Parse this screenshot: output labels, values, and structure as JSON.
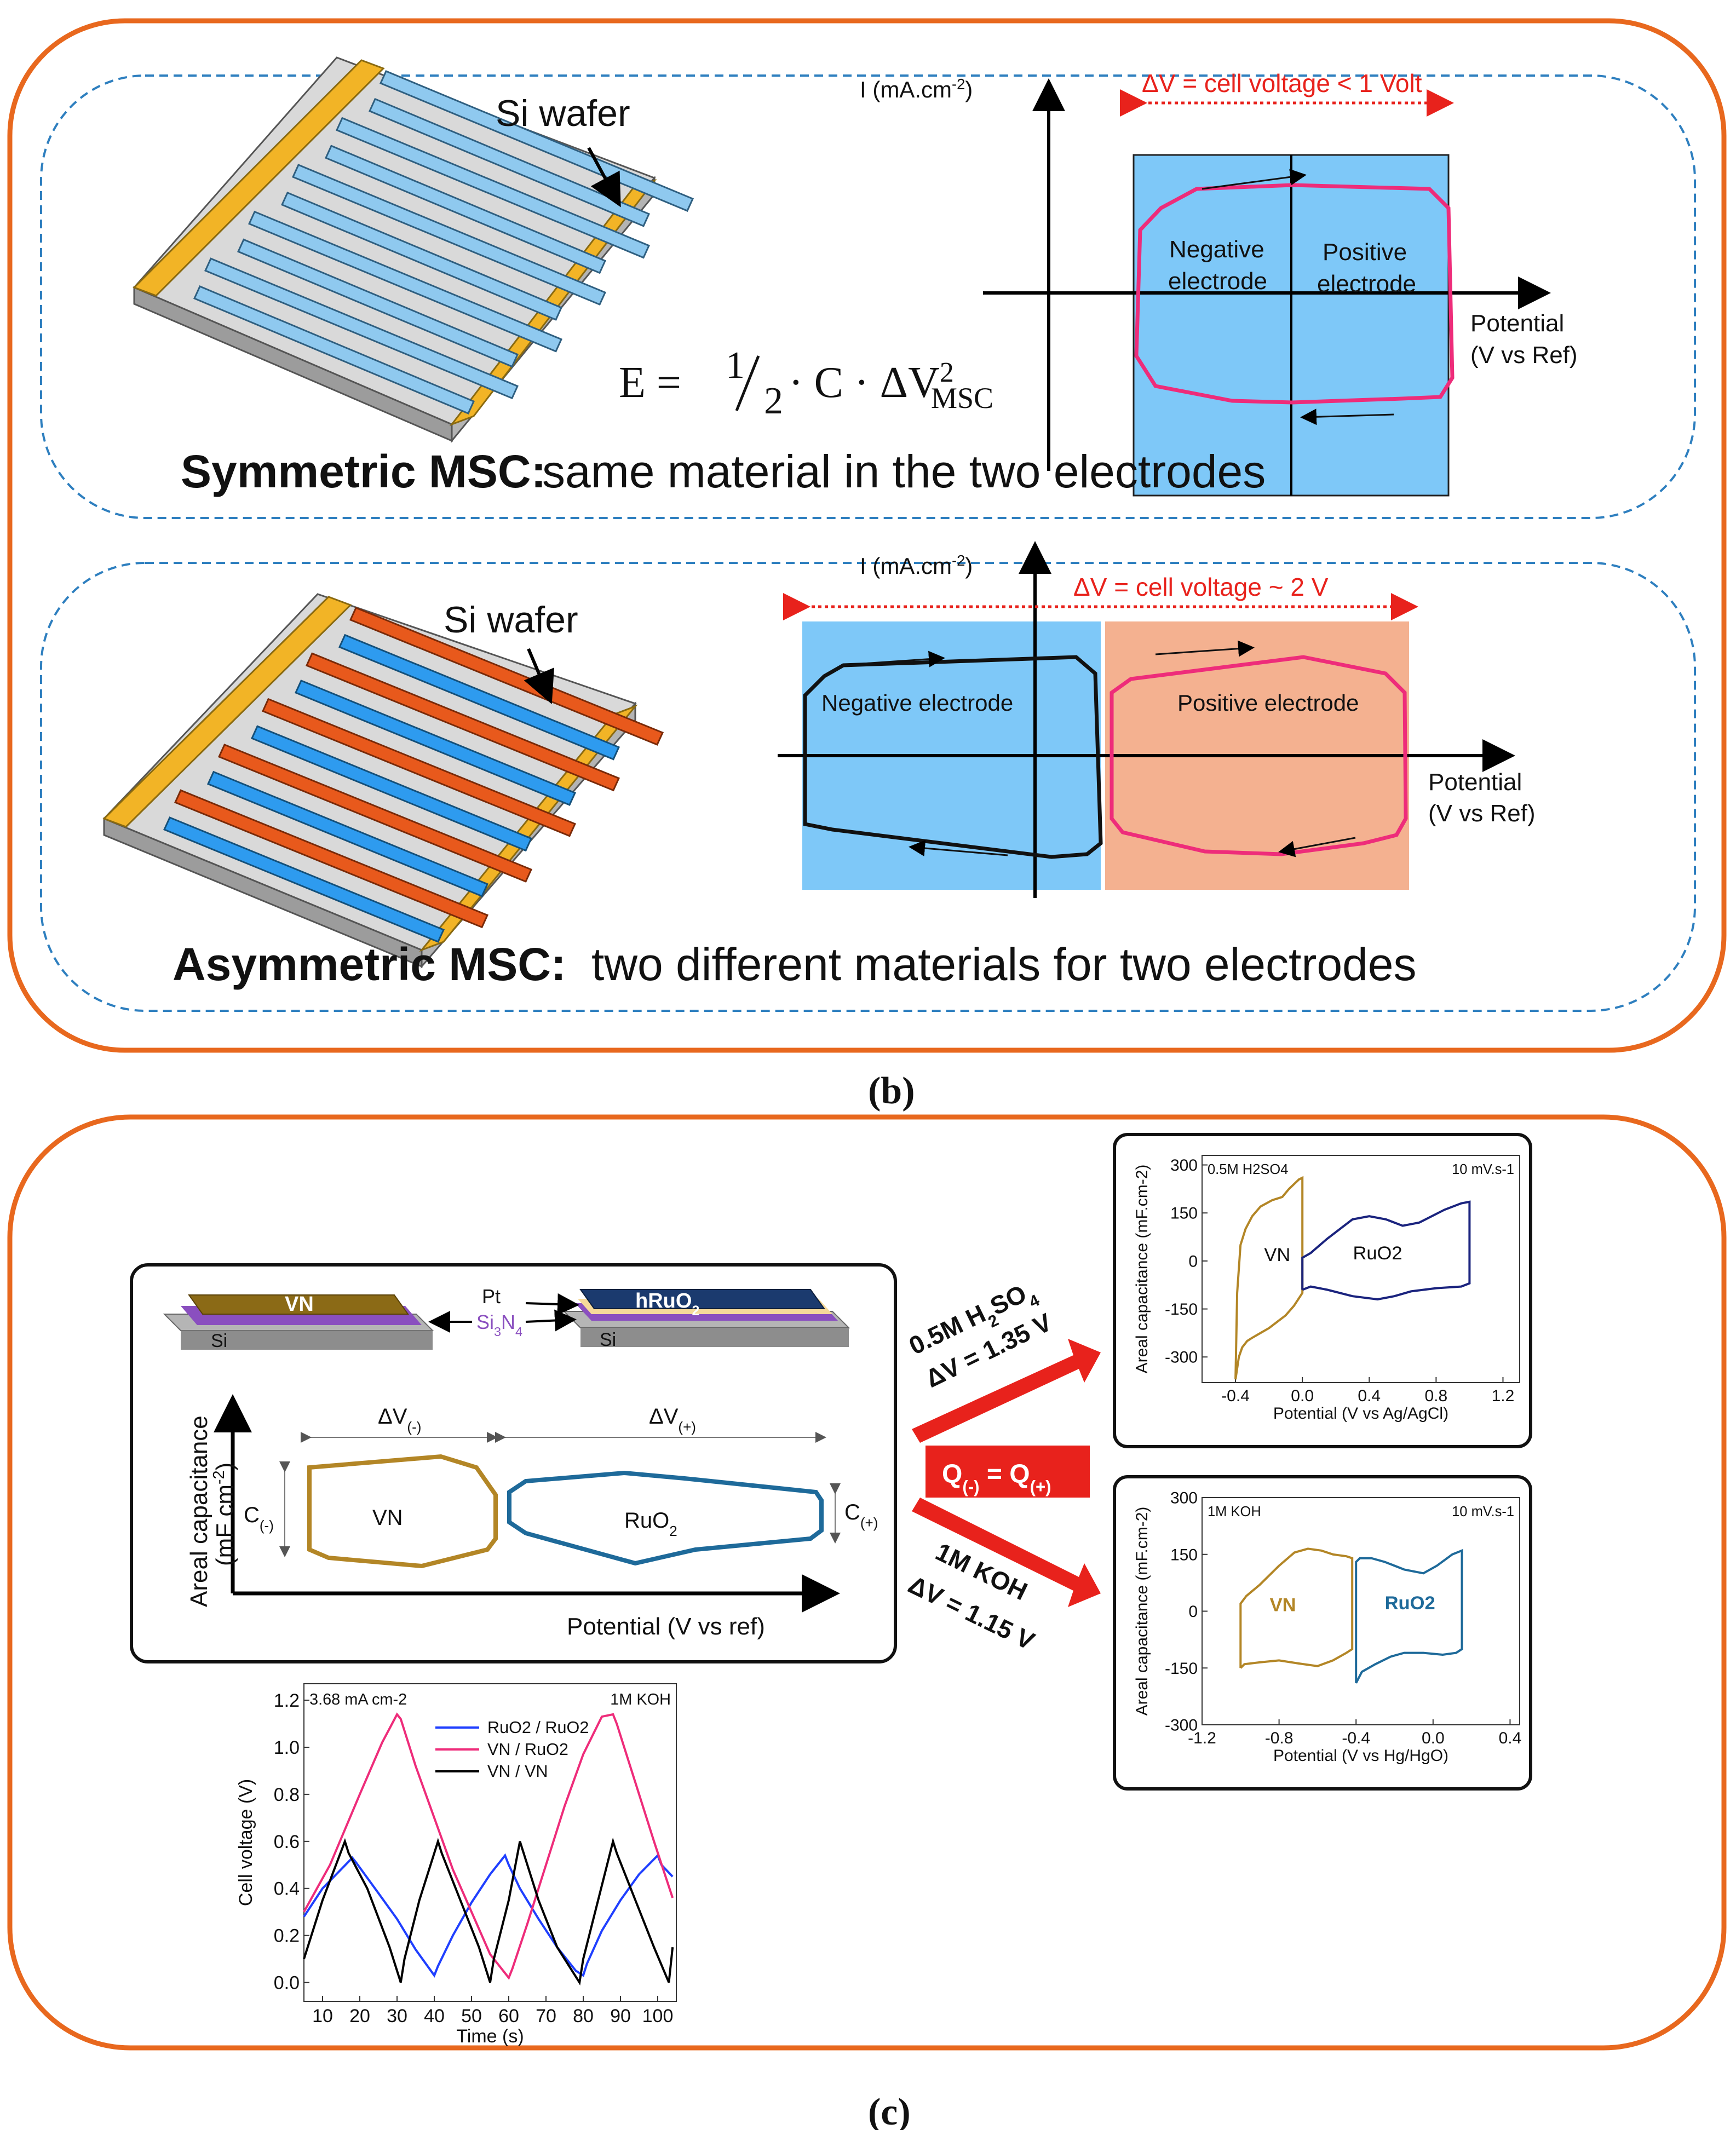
{
  "panel_b": {
    "caption": "(b)",
    "symmetric": {
      "wafer_label": "Si wafer",
      "axis_y": "I (mA.cm",
      "axis_y_sup": "-2",
      "axis_y_close": ")",
      "cell_voltage": "ΔV = cell voltage  < 1 Volt",
      "neg_line1": "Negative",
      "neg_line2": "electrode",
      "pos_line1": "Positive",
      "pos_line2": "electrode",
      "potential_line1": "Potential",
      "potential_line2": "(V vs Ref)",
      "eq_lhs": "E = ",
      "eq_num": "1",
      "eq_den": "2",
      "eq_mid": " · C · ΔV",
      "eq_sup": "2",
      "eq_sub": "MSC",
      "title_bold": "Symmetric MSC:",
      "title_rest": " same material in the two electrodes"
    },
    "asymmetric": {
      "wafer_label": "Si wafer",
      "axis_y": "I (mA.cm",
      "axis_y_sup": "-2",
      "axis_y_close": ")",
      "cell_voltage": "ΔV = cell voltage ~ 2 V",
      "neg_label": "Negative electrode",
      "pos_label": "Positive electrode",
      "potential_line1": "Potential",
      "potential_line2": "(V vs Ref)",
      "title_bold": "Asymmetric MSC:",
      "title_rest": " two different materials for two electrodes"
    }
  },
  "panel_c": {
    "caption": "(c)",
    "device": {
      "vn": "VN",
      "hruo2": "hRuO",
      "hruo2_sub": "2",
      "pt": "Pt",
      "si3n4": "Si",
      "si3n4_sub1": "3",
      "si3n4_mid": "N",
      "si3n4_sub2": "4",
      "si_left": "Si",
      "si_right": "Si",
      "ylabel_line1": "Areal capacitance",
      "ylabel_line2": "(mF cm",
      "ylabel_sup": "-2",
      "ylabel_close": ")",
      "xlabel": "Potential (V vs ref)",
      "dv_neg": "ΔV",
      "dv_neg_sub": "(-)",
      "dv_pos": "ΔV",
      "dv_pos_sub": "(+)",
      "c_neg": "C",
      "c_neg_sub": "(-)",
      "c_pos": "C",
      "c_pos_sub": "(+)",
      "vn_loop": "VN",
      "ruo2_loop": "RuO",
      "ruo2_loop_sub": "2"
    },
    "arrows": {
      "upper_line1": "0.5M H",
      "upper_line1_sub": "2",
      "upper_line1_tail": "SO",
      "upper_line1_sub2": "4",
      "upper_line2": "ΔV = 1.35 V",
      "q_label": "Q",
      "q_sub1": "(-)",
      "q_mid": " = Q",
      "q_sub2": "(+)",
      "lower_line1": "1M KOH",
      "lower_line2": "ΔV = 1.15 V"
    },
    "colors": {
      "orange_border": "#e8681e",
      "dashed_blue": "#2e7fbf",
      "blue_fill": "#7ec8f8",
      "salmon_fill": "#f4b190",
      "pink": "#ee2c7a",
      "red": "#e8221c",
      "gold": "#b38626",
      "navy": "#1a237e",
      "steel_blue": "#1e6a9a"
    }
  },
  "chart_data": [
    {
      "type": "line",
      "id": "cv_h2so4",
      "annotation_left": "0.5M H2SO4",
      "annotation_right": "10 mV.s-1",
      "xlabel": "Potential (V vs Ag/AgCl)",
      "ylabel": "Areal capacitance (mF.cm-2)",
      "xlim": [
        -0.6,
        1.3
      ],
      "ylim": [
        -380,
        330
      ],
      "xticks": [
        -0.4,
        0.0,
        0.4,
        0.8,
        1.2
      ],
      "xtick_labels": [
        "-0.4",
        "0.0",
        "0.4",
        "0.8",
        "1.2"
      ],
      "yticks": [
        -300,
        -150,
        0,
        150,
        300
      ],
      "ytick_labels": [
        "-300",
        "-150",
        "0",
        "150",
        "300"
      ],
      "series": [
        {
          "name": "VN",
          "color": "#b38626",
          "x": [
            -0.4,
            -0.38,
            -0.36,
            -0.33,
            -0.3,
            -0.25,
            -0.2,
            -0.15,
            -0.1,
            -0.05,
            0.0,
            0.0,
            -0.02,
            -0.05,
            -0.08,
            -0.12,
            -0.18,
            -0.25,
            -0.3,
            -0.34,
            -0.37,
            -0.39,
            -0.4
          ],
          "y": [
            -370,
            -300,
            -270,
            -250,
            -240,
            -225,
            -210,
            -190,
            -170,
            -140,
            -100,
            260,
            255,
            240,
            225,
            200,
            190,
            170,
            140,
            100,
            50,
            -100,
            -370
          ]
        },
        {
          "name": "RuO2",
          "color": "#1a237e",
          "x": [
            0.0,
            0.05,
            0.15,
            0.3,
            0.45,
            0.55,
            0.65,
            0.8,
            0.95,
            1.0,
            1.0,
            0.95,
            0.85,
            0.7,
            0.6,
            0.5,
            0.4,
            0.3,
            0.15,
            0.05,
            0.0,
            0.0
          ],
          "y": [
            -90,
            -80,
            -90,
            -110,
            -120,
            -110,
            -95,
            -85,
            -80,
            -70,
            185,
            180,
            160,
            120,
            110,
            130,
            140,
            130,
            70,
            25,
            10,
            -90
          ]
        }
      ],
      "labels": [
        {
          "text": "VN",
          "x": -0.15,
          "y": 0
        },
        {
          "text": "RuO2",
          "x": 0.45,
          "y": 5
        }
      ]
    },
    {
      "type": "line",
      "id": "cv_koh",
      "annotation_left": "1M KOH",
      "annotation_right": "10  mV.s-1",
      "xlabel": "Potential (V vs Hg/HgO)",
      "ylabel": "Areal capacitance (mF.cm-2)",
      "xlim": [
        -1.2,
        0.45
      ],
      "ylim": [
        -300,
        300
      ],
      "xticks": [
        -1.2,
        -0.8,
        -0.4,
        0.0,
        0.4
      ],
      "xtick_labels": [
        "-1.2",
        "-0.8",
        "-0.4",
        "0.0",
        "0.4"
      ],
      "yticks": [
        -300,
        -150,
        0,
        150,
        300
      ],
      "ytick_labels": [
        "-300",
        "-150",
        "0",
        "150",
        "300"
      ],
      "series": [
        {
          "name": "VN",
          "color": "#b38626",
          "x": [
            -1.0,
            -0.98,
            -0.9,
            -0.8,
            -0.7,
            -0.6,
            -0.52,
            -0.45,
            -0.42,
            -0.42,
            -0.45,
            -0.52,
            -0.58,
            -0.65,
            -0.72,
            -0.8,
            -0.9,
            -0.97,
            -1.0,
            -1.0
          ],
          "y": [
            -150,
            -140,
            -135,
            -130,
            -138,
            -145,
            -130,
            -110,
            -100,
            140,
            145,
            150,
            160,
            165,
            155,
            120,
            70,
            40,
            20,
            -150
          ]
        },
        {
          "name": "RuO2",
          "color": "#1e6a9a",
          "x": [
            -0.4,
            -0.37,
            -0.3,
            -0.22,
            -0.15,
            -0.05,
            0.05,
            0.12,
            0.15,
            0.15,
            0.1,
            0.02,
            -0.05,
            -0.15,
            -0.25,
            -0.32,
            -0.38,
            -0.4,
            -0.4
          ],
          "y": [
            -190,
            -160,
            -140,
            -120,
            -110,
            -110,
            -115,
            -110,
            -100,
            160,
            150,
            120,
            100,
            110,
            130,
            140,
            140,
            130,
            -190
          ]
        }
      ],
      "labels": [
        {
          "text": "VN",
          "x": -0.78,
          "y": 0
        },
        {
          "text": "RuO2",
          "x": -0.12,
          "y": 5
        }
      ]
    },
    {
      "type": "line",
      "id": "galvanostatic",
      "annotation_left": "3.68 mA cm-2",
      "annotation_right": "1M KOH",
      "xlabel": "Time (s)",
      "ylabel": "Cell voltage (V)",
      "xlim": [
        5,
        105
      ],
      "ylim": [
        -0.08,
        1.27
      ],
      "xticks": [
        10,
        20,
        30,
        40,
        50,
        60,
        70,
        80,
        90,
        100
      ],
      "xtick_labels": [
        "10",
        "20",
        "30",
        "40",
        "50",
        "60",
        "70",
        "80",
        "90",
        "100"
      ],
      "yticks": [
        0.0,
        0.2,
        0.4,
        0.6,
        0.8,
        1.0,
        1.2
      ],
      "ytick_labels": [
        "0.0",
        "0.2",
        "0.4",
        "0.6",
        "0.8",
        "1.0",
        "1.2"
      ],
      "series": [
        {
          "name": "RuO2 / RuO2",
          "color": "#1f3fff",
          "x": [
            5,
            10,
            18,
            19,
            25,
            30,
            35,
            40,
            41,
            45,
            50,
            55,
            59,
            60,
            63,
            68,
            73,
            78,
            80,
            81,
            85,
            90,
            95,
            100,
            101,
            104
          ],
          "y": [
            0.28,
            0.4,
            0.53,
            0.51,
            0.38,
            0.27,
            0.14,
            0.03,
            0.07,
            0.2,
            0.34,
            0.46,
            0.54,
            0.5,
            0.4,
            0.27,
            0.15,
            0.05,
            0.03,
            0.08,
            0.22,
            0.35,
            0.46,
            0.54,
            0.5,
            0.45
          ]
        },
        {
          "name": "VN / RuO2",
          "color": "#ee2c7a",
          "x": [
            5,
            12,
            20,
            26,
            30,
            31,
            35,
            40,
            45,
            50,
            55,
            60,
            61,
            65,
            70,
            75,
            80,
            85,
            88,
            89,
            94,
            99,
            104
          ],
          "y": [
            0.3,
            0.5,
            0.8,
            1.02,
            1.14,
            1.12,
            0.92,
            0.7,
            0.48,
            0.3,
            0.12,
            0.02,
            0.06,
            0.25,
            0.5,
            0.75,
            0.97,
            1.13,
            1.14,
            1.1,
            0.85,
            0.6,
            0.36
          ]
        },
        {
          "name": "VN / VN",
          "color": "#000000",
          "x": [
            5,
            10,
            16,
            17,
            22,
            28,
            31,
            32,
            36,
            41,
            42,
            47,
            52,
            55,
            56,
            60,
            63,
            64,
            68,
            73,
            79,
            80,
            84,
            88,
            89,
            94,
            99,
            103,
            104
          ],
          "y": [
            0.1,
            0.35,
            0.6,
            0.55,
            0.4,
            0.15,
            0.0,
            0.1,
            0.35,
            0.6,
            0.55,
            0.35,
            0.15,
            0.0,
            0.1,
            0.35,
            0.6,
            0.55,
            0.35,
            0.15,
            0.0,
            0.1,
            0.35,
            0.6,
            0.55,
            0.35,
            0.15,
            0.0,
            0.15
          ]
        }
      ]
    }
  ]
}
